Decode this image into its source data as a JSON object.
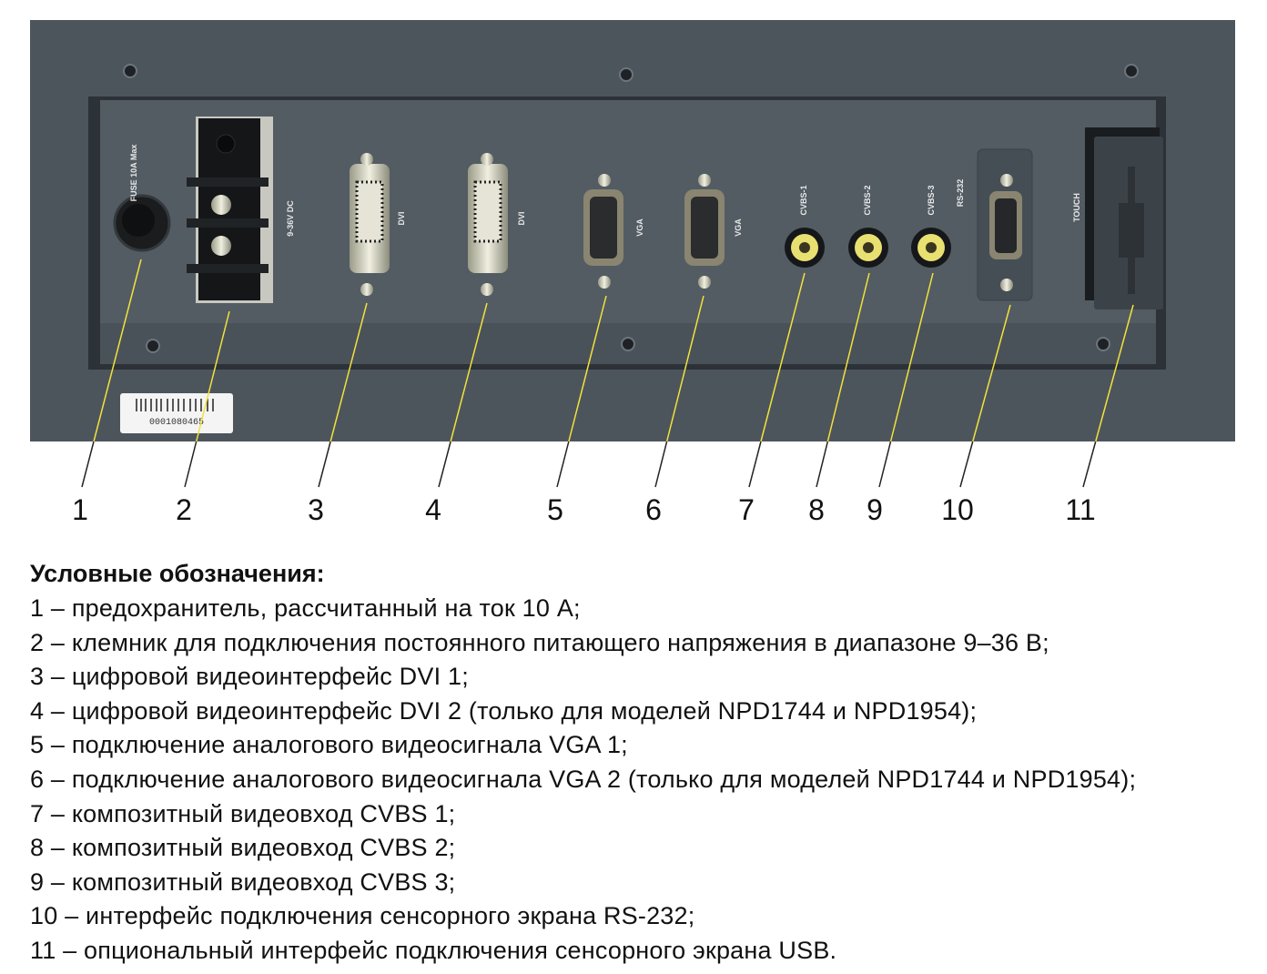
{
  "panel_labels": {
    "fuse": "FUSE 10A Max",
    "power": "9-36V DC",
    "dvi1": "DVI",
    "dvi2": "DVI",
    "vga1": "VGA",
    "vga2": "VGA",
    "cvbs1": "CVBS-1",
    "cvbs2": "CVBS-2",
    "cvbs3": "CVBS-3",
    "rs232": "RS-232",
    "touch": "TOUCH",
    "barcode": "0001080465"
  },
  "callouts": [
    "1",
    "2",
    "3",
    "4",
    "5",
    "6",
    "7",
    "8",
    "9",
    "10",
    "11"
  ],
  "legend": {
    "title": "Условные обозначения:",
    "items": [
      "1 – предохранитель, рассчитанный на ток 10 А;",
      "2 – клемник для подключения постоянного питающего напряжения в диапазоне 9–36 В;",
      "3 – цифровой видеоинтерфейс DVI 1;",
      "4 – цифровой видеоинтерфейс DVI 2 (только для моделей NPD1744 и NPD1954);",
      "5 – подключение аналогового видеосигнала VGA 1;",
      "6 – подключение аналогового видеосигнала VGA 2 (только для моделей NPD1744 и NPD1954);",
      "7 – композитный видеовход CVBS 1;",
      "8 – композитный видеовход CVBS 2;",
      "9 – композитный видеовход CVBS 3;",
      "10 – интерфейс подключения сенсорного экрана RS-232;",
      "11 – опциональный интерфейс подключения сенсорного экрана USB."
    ]
  },
  "colors": {
    "panel": "#4a535a",
    "callout": "#f2e23a"
  }
}
